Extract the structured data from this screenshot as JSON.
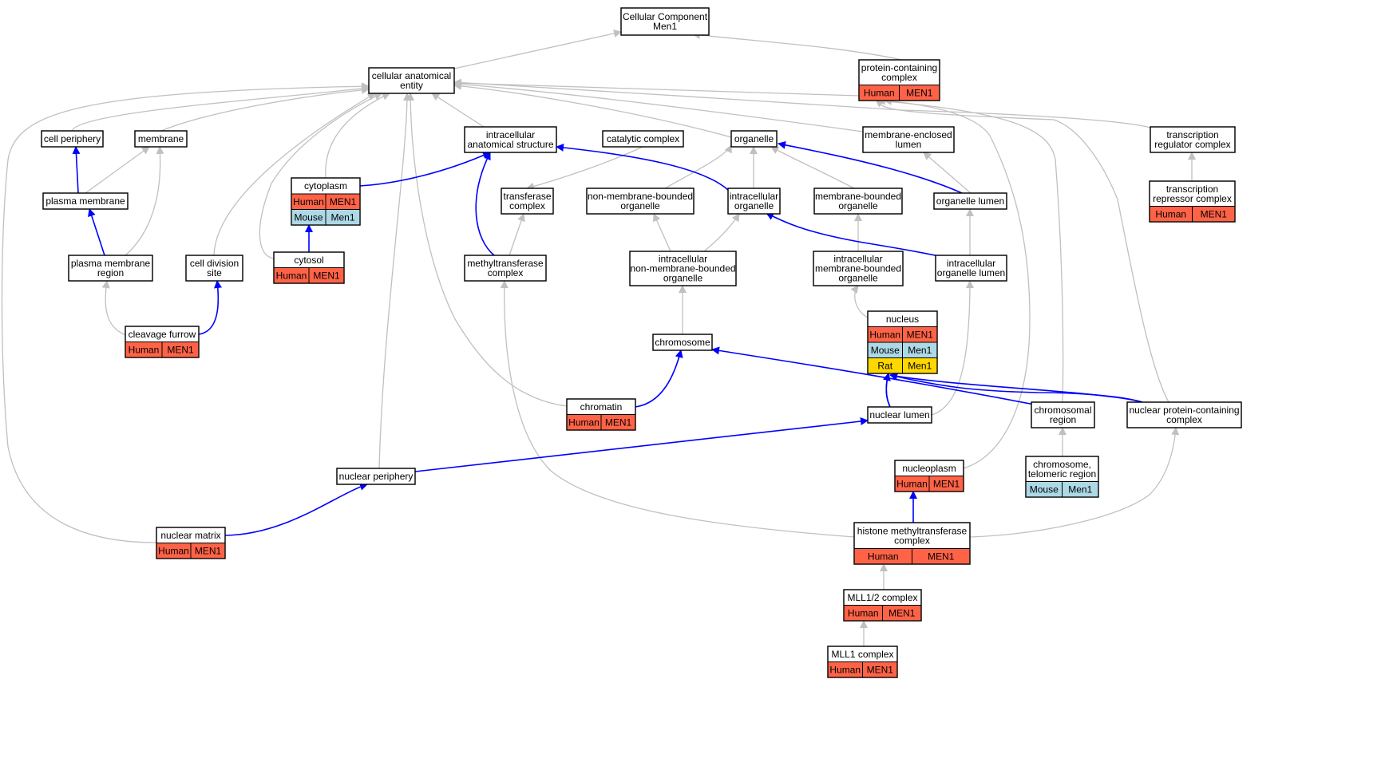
{
  "colors": {
    "human": "#ff6347",
    "mouse": "#add8e6",
    "rat": "#ffd700",
    "edge_is_a": "#c0c0c0",
    "edge_part_of": "#0000ff"
  },
  "nodes": {
    "root": {
      "lines": [
        "Cellular Component",
        "Men1"
      ],
      "rows": []
    },
    "cae": {
      "lines": [
        "cellular anatomical",
        "entity"
      ],
      "rows": []
    },
    "pcc": {
      "lines": [
        "protein-containing",
        "complex"
      ],
      "rows": [
        [
          "Human",
          "MEN1"
        ]
      ]
    },
    "cellper": {
      "lines": [
        "cell periphery"
      ],
      "rows": []
    },
    "membrane": {
      "lines": [
        "membrane"
      ],
      "rows": []
    },
    "ias": {
      "lines": [
        "intracellular",
        "anatomical structure"
      ],
      "rows": []
    },
    "catcomp": {
      "lines": [
        "catalytic complex"
      ],
      "rows": []
    },
    "organelle": {
      "lines": [
        "organelle"
      ],
      "rows": []
    },
    "melumen": {
      "lines": [
        "membrane-enclosed",
        "lumen"
      ],
      "rows": []
    },
    "trcomp": {
      "lines": [
        "transcription",
        "regulator complex"
      ],
      "rows": []
    },
    "plasmamem": {
      "lines": [
        "plasma membrane"
      ],
      "rows": []
    },
    "cytoplasm": {
      "lines": [
        "cytoplasm"
      ],
      "rows": [
        [
          "Human",
          "MEN1"
        ],
        [
          "Mouse",
          "Men1"
        ]
      ]
    },
    "transfcomp": {
      "lines": [
        "transferase",
        "complex"
      ],
      "rows": []
    },
    "nmbo": {
      "lines": [
        "non-membrane-bounded",
        "organelle"
      ],
      "rows": []
    },
    "intorg": {
      "lines": [
        "intracellular",
        "organelle"
      ],
      "rows": []
    },
    "mbo": {
      "lines": [
        "membrane-bounded",
        "organelle"
      ],
      "rows": []
    },
    "orglumen": {
      "lines": [
        "organelle lumen"
      ],
      "rows": []
    },
    "trrepcomp": {
      "lines": [
        "transcription",
        "repressor complex"
      ],
      "rows": [
        [
          "Human",
          "MEN1"
        ]
      ]
    },
    "pmregion": {
      "lines": [
        "plasma membrane",
        "region"
      ],
      "rows": []
    },
    "celldiv": {
      "lines": [
        "cell division",
        "site"
      ],
      "rows": []
    },
    "cytosol": {
      "lines": [
        "cytosol"
      ],
      "rows": [
        [
          "Human",
          "MEN1"
        ]
      ]
    },
    "mtcomp": {
      "lines": [
        "methyltransferase",
        "complex"
      ],
      "rows": []
    },
    "inmbo": {
      "lines": [
        "intracellular",
        "non-membrane-bounded",
        "organelle"
      ],
      "rows": []
    },
    "imbo": {
      "lines": [
        "intracellular",
        "membrane-bounded",
        "organelle"
      ],
      "rows": []
    },
    "iol": {
      "lines": [
        "intracellular",
        "organelle lumen"
      ],
      "rows": []
    },
    "nucleus": {
      "lines": [
        "nucleus"
      ],
      "rows": [
        [
          "Human",
          "MEN1"
        ],
        [
          "Mouse",
          "Men1"
        ],
        [
          "Rat",
          "Men1"
        ]
      ]
    },
    "cleavage": {
      "lines": [
        "cleavage furrow"
      ],
      "rows": [
        [
          "Human",
          "MEN1"
        ]
      ]
    },
    "chromosome": {
      "lines": [
        "chromosome"
      ],
      "rows": []
    },
    "chromatin": {
      "lines": [
        "chromatin"
      ],
      "rows": [
        [
          "Human",
          "MEN1"
        ]
      ]
    },
    "nuclumen": {
      "lines": [
        "nuclear lumen"
      ],
      "rows": []
    },
    "chromreg": {
      "lines": [
        "chromosomal",
        "region"
      ],
      "rows": []
    },
    "npcc": {
      "lines": [
        "nuclear protein-containing",
        "complex"
      ],
      "rows": []
    },
    "nucleoplasm": {
      "lines": [
        "nucleoplasm"
      ],
      "rows": [
        [
          "Human",
          "MEN1"
        ]
      ]
    },
    "nucper": {
      "lines": [
        "nuclear periphery"
      ],
      "rows": []
    },
    "telomeric": {
      "lines": [
        "chromosome,",
        "telomeric region"
      ],
      "rows": [
        [
          "Mouse",
          "Men1"
        ]
      ]
    },
    "nucmatrix": {
      "lines": [
        "nuclear matrix"
      ],
      "rows": [
        [
          "Human",
          "MEN1"
        ]
      ]
    },
    "hmtcomp": {
      "lines": [
        "histone methyltransferase",
        "complex"
      ],
      "rows": [
        [
          "Human",
          "MEN1"
        ]
      ]
    },
    "mll12": {
      "lines": [
        "MLL1/2 complex"
      ],
      "rows": [
        [
          "Human",
          "MEN1"
        ]
      ]
    },
    "mll1": {
      "lines": [
        "MLL1 complex"
      ],
      "rows": [
        [
          "Human",
          "MEN1"
        ]
      ]
    }
  }
}
